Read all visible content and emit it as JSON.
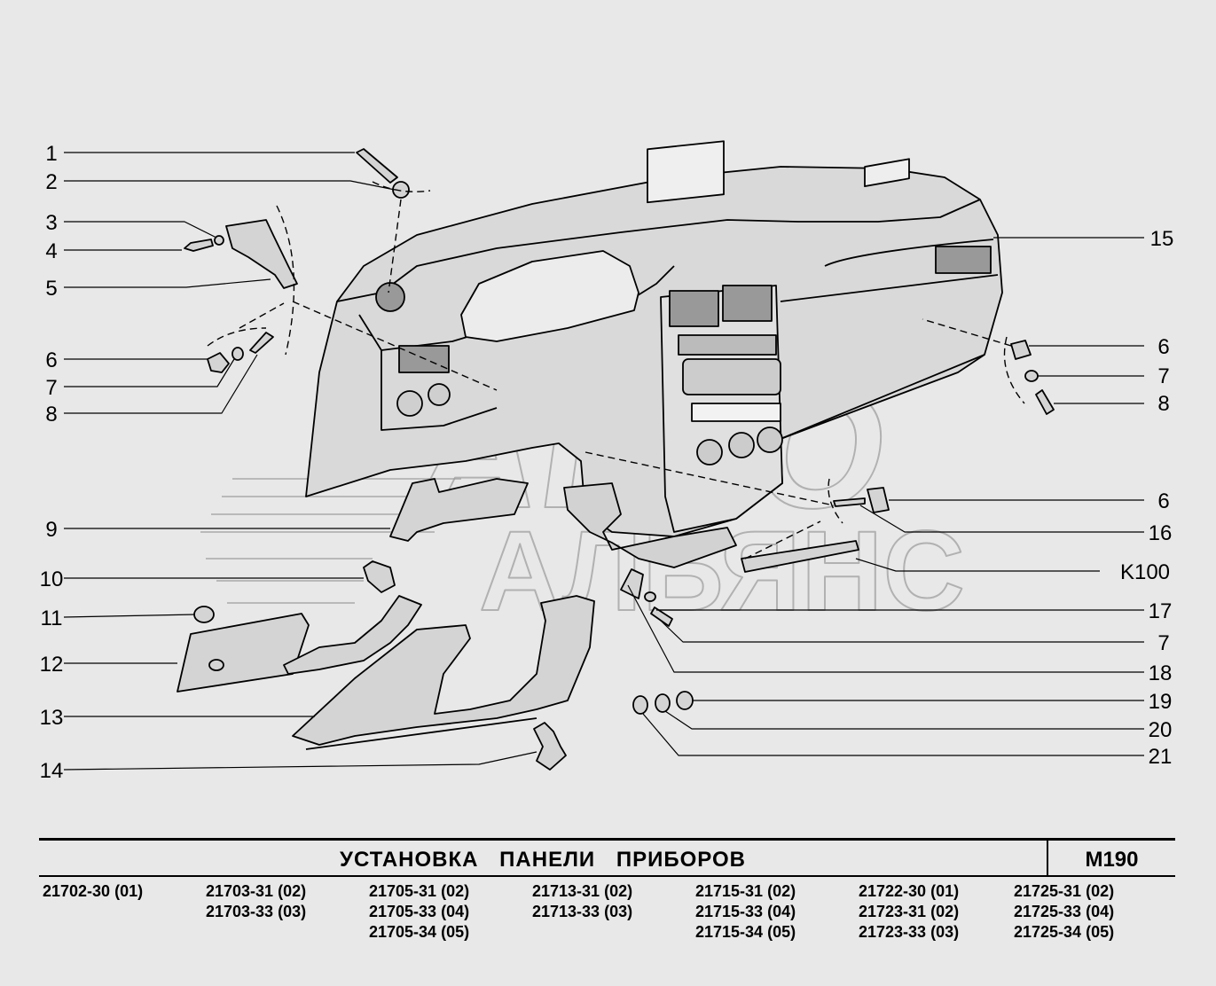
{
  "title": "УСТАНОВКА   ПАНЕЛИ   ПРИБОРОВ",
  "code": "М190",
  "callouts_left": [
    "1",
    "2",
    "3",
    "4",
    "5",
    "6",
    "7",
    "8",
    "9",
    "10",
    "11",
    "12",
    "13",
    "14"
  ],
  "callouts_right": [
    "15",
    "6",
    "7",
    "8",
    "6",
    "16",
    "K100",
    "17",
    "7",
    "18",
    "19",
    "20",
    "21"
  ],
  "models": [
    [
      "21702-30 (01)"
    ],
    [
      "21703-31 (02)",
      "21703-33 (03)"
    ],
    [
      "21705-31 (02)",
      "21705-33 (04)",
      "21705-34 (05)"
    ],
    [
      "21713-31 (02)",
      "21713-33 (03)"
    ],
    [
      "21715-31 (02)",
      "21715-33 (04)",
      "21715-34 (05)"
    ],
    [
      "21722-30 (01)",
      "21723-31 (02)",
      "21723-33 (03)"
    ],
    [
      "21725-31 (02)",
      "21725-33 (04)",
      "21725-34 (05)"
    ]
  ],
  "watermark": [
    "АВТО",
    "АЛЬЯНС"
  ],
  "colors": {
    "background": "#e8e8e8",
    "ink": "#000000",
    "part_fill": "#d4d4d4"
  }
}
